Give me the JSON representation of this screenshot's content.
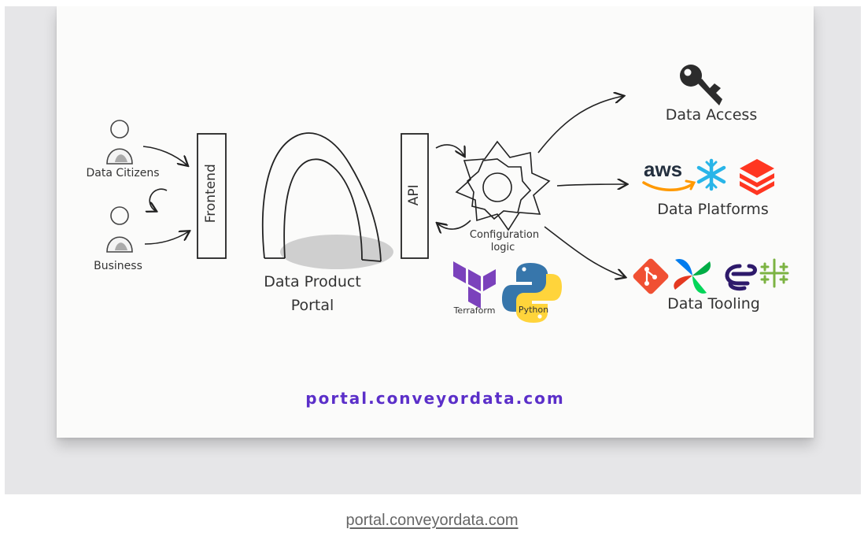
{
  "diagram": {
    "actors": [
      {
        "label": "Data Citizens"
      },
      {
        "label": "Business"
      }
    ],
    "frontend_label": "Frontend",
    "portal_label_line1": "Data Product",
    "portal_label_line2": "Portal",
    "api_label": "API",
    "config_label_line1": "Configuration",
    "config_label_line2": "logic",
    "iac": [
      {
        "label": "Terraform",
        "icon": "terraform-icon"
      },
      {
        "label": "Python",
        "icon": "python-icon"
      }
    ],
    "targets": {
      "data_access": {
        "label": "Data Access",
        "icons": [
          "key-icon"
        ]
      },
      "data_platforms": {
        "label": "Data Platforms",
        "aws_text": "aws",
        "icons": [
          "aws-icon",
          "snowflake-icon",
          "databricks-icon"
        ]
      },
      "data_tooling": {
        "label": "Data Tooling",
        "icons": [
          "git-icon",
          "airflow-icon",
          "conveyor-icon",
          "tableau-icon"
        ]
      }
    },
    "url": "portal.conveyordata.com"
  },
  "caption": {
    "link": "portal.conveyordata.com"
  },
  "colors": {
    "url_purple": "#5b2fc9",
    "terraform_purple": "#7b42bc",
    "python_blue": "#3776ab",
    "python_yellow": "#ffd43b",
    "git_red": "#f05033",
    "snowflake_blue": "#29b5e8",
    "databricks_red": "#ff3621",
    "aws_orange": "#ff9900"
  }
}
